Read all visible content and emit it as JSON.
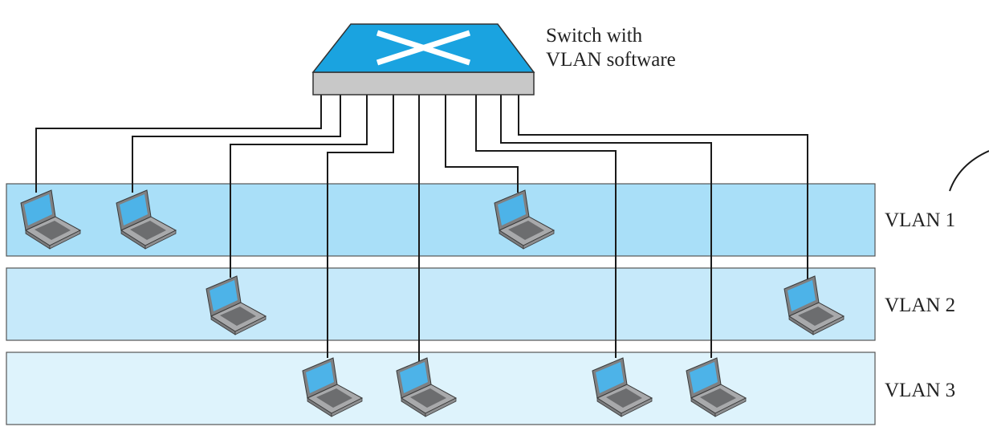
{
  "switch": {
    "label_line1": "Switch with",
    "label_line2": "VLAN software",
    "top_color": "#1aa3e0",
    "base_color": "#c8c8c8"
  },
  "vlans": [
    {
      "id": "vlan-1",
      "label": "VLAN 1",
      "color": "#a9dff8",
      "laptops": 3
    },
    {
      "id": "vlan-2",
      "label": "VLAN 2",
      "color": "#c6e9fa",
      "laptops": 2
    },
    {
      "id": "vlan-3",
      "label": "VLAN 3",
      "color": "#def3fc",
      "laptops": 4
    }
  ],
  "icons": {
    "workstation": "laptop-icon",
    "switch": "switch-icon"
  }
}
